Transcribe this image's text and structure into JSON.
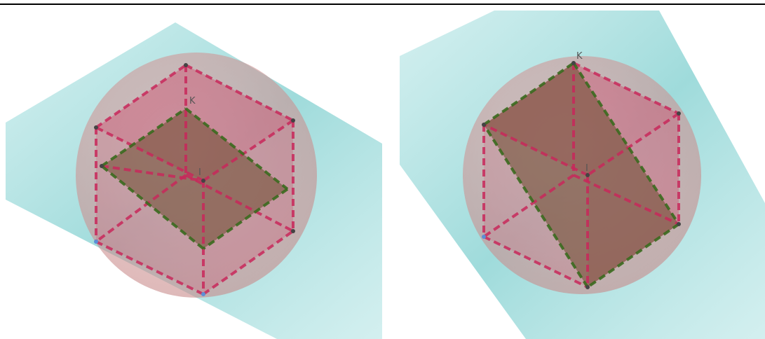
{
  "colors": {
    "plane": "#7fcfcf",
    "sphere": "#d48f8f",
    "cube_face": "#d0305a",
    "edge": "#c8285a",
    "section_edge": "#3a6a1e",
    "section_fill": "#6b4a2e"
  },
  "figures": [
    {
      "point_labels": {
        "K": "K",
        "I": "I"
      }
    },
    {
      "point_labels": {
        "K": "K",
        "I": "I"
      }
    }
  ]
}
